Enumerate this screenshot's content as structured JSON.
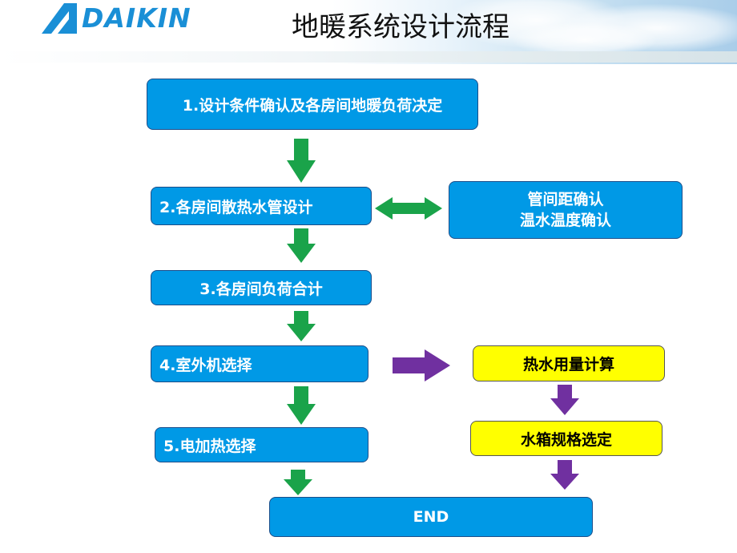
{
  "header": {
    "logo_text": "DAIKIN",
    "title": "地暖系统设计流程"
  },
  "flow": {
    "step1": "1.设计条件确认及各房间地暖负荷决定",
    "step2": "2.各房间散热水管设计",
    "step3": "3.各房间负荷合计",
    "step4": "4.室外机选择",
    "step5": "5.电加热选择",
    "end": "END"
  },
  "side": {
    "check_line1": "管间距确认",
    "check_line2": "温水温度确认",
    "hot_water": "热水用量计算",
    "tank": "水箱规格选定"
  },
  "colors": {
    "box_blue": "#0099e6",
    "box_yellow": "#ffff00",
    "arrow_green": "#1aa34a",
    "arrow_purple": "#7030a0",
    "logo_blue": "#1a8fd6"
  },
  "icons": {
    "logo": "daikin-logo-icon",
    "down_arrow": "green-down-arrow-icon",
    "double_arrow": "green-double-arrow-icon",
    "right_arrow": "purple-right-arrow-icon",
    "purple_down": "purple-down-arrow-icon"
  }
}
